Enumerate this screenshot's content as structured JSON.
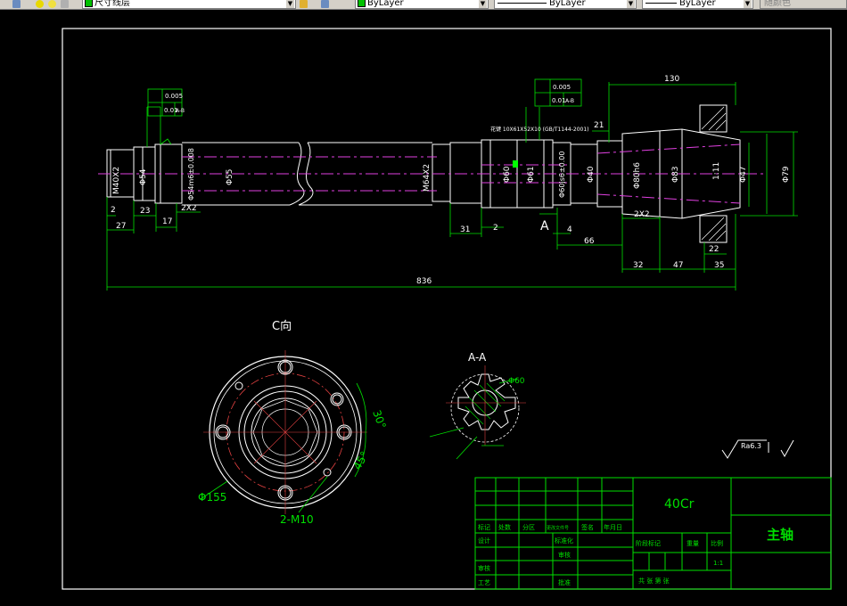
{
  "toolbar": {
    "layer_name": "尺寸线层",
    "color_value": "ByLayer",
    "linetype_value": "ByLayer",
    "lineweight_value": "ByLayer",
    "plotstyle_value": "随颜色"
  },
  "drawing": {
    "dimensions": {
      "d130": "130",
      "d836": "836",
      "d21": "21",
      "d2_left": "2",
      "d27": "27",
      "d23": "23",
      "d17": "17",
      "d2x2_left": "2X2",
      "d31": "31",
      "d2_mid": "2",
      "d4": "4",
      "d66": "66",
      "d2x2_right": "2X2",
      "d32": "32",
      "d47": "47",
      "d22": "22",
      "d35": "35",
      "m40x2": "M40X2",
      "phi54": "Φ54",
      "phi54h6": "Φ54m6±0.008",
      "phi55": "Φ55",
      "m64x2": "M64X2",
      "phi60": "Φ60",
      "phi61": "Φ61",
      "phi60js6": "Φ60js6±0.00",
      "phi40": "Φ40",
      "phi80": "Φ80h6",
      "phi83": "Φ83",
      "taper": "1:11",
      "phi47": "Φ47",
      "phi79": "Φ79",
      "phi155": "Φ155",
      "m10": "2-M10",
      "phi60_aa": "Φ60",
      "angle30": "30°",
      "angle45": "45°"
    },
    "tolerances": {
      "left_tol1": "0.005",
      "left_tol2": "0.01",
      "left_datum": "A-B",
      "right_tol1": "0.005",
      "right_tol2": "0.01",
      "right_datum": "A-B",
      "spline_note": "花键 10X61X52X10 (GB/T1144-2001)"
    },
    "labels": {
      "section_a": "A",
      "view_c": "C向",
      "section_aa": "A-A",
      "roughness": "Ra6.3"
    }
  },
  "title_block": {
    "material": "40Cr",
    "part_name": "主轴",
    "row_header": [
      "标记",
      "处数",
      "分区",
      "更改文件号",
      "签名",
      "年月日"
    ],
    "design": "设计",
    "standardize": "标准化",
    "check": "审核",
    "craft": "工艺",
    "review": "审核",
    "approve": "批准",
    "stage": "阶段标记",
    "weight": "重量",
    "scale": "比例",
    "scale_value": "1:1",
    "sheets": "共  张  第  张"
  }
}
